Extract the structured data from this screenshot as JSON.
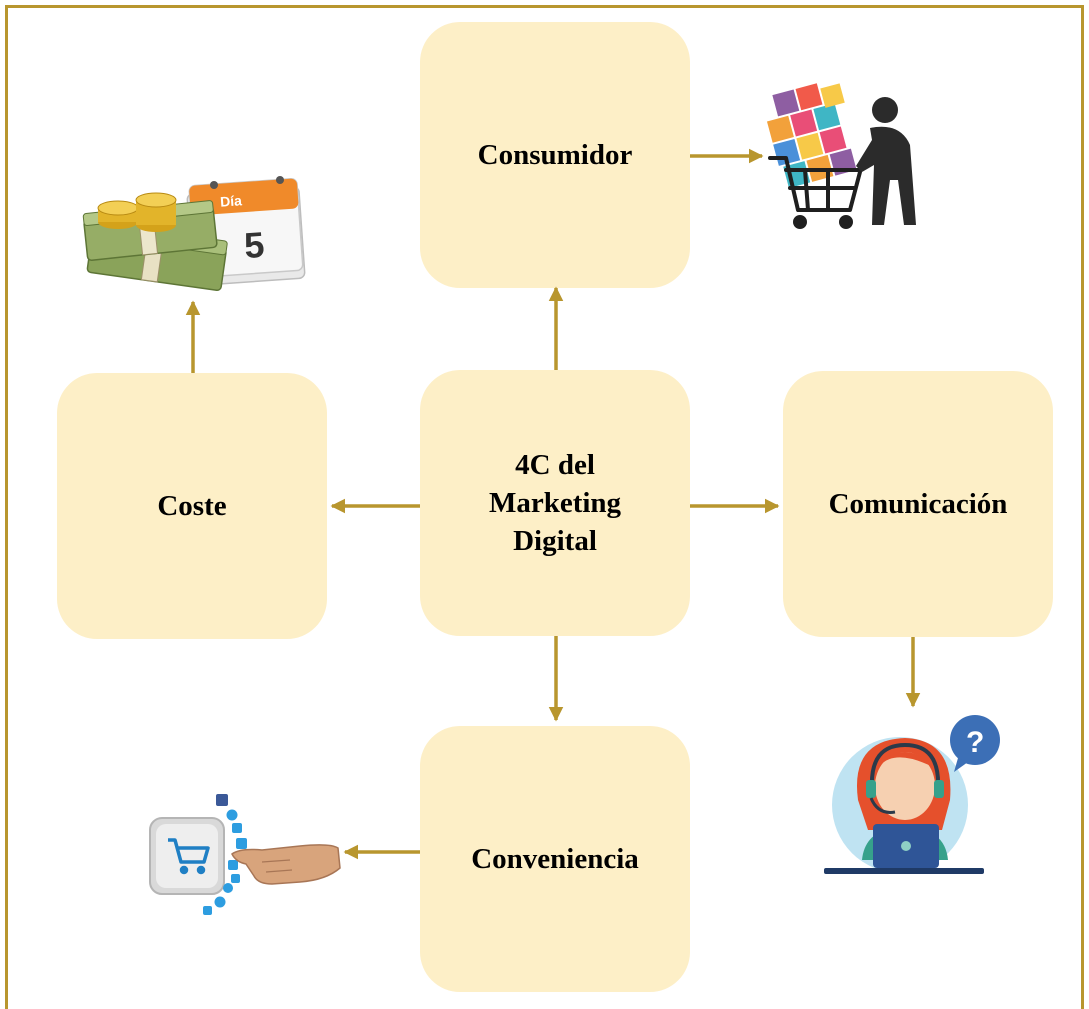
{
  "diagram": {
    "title": "",
    "center": {
      "label_lines": [
        "4C del",
        "Marketing",
        "Digital"
      ]
    },
    "nodes": {
      "consumidor": "Consumidor",
      "coste": "Coste",
      "comunicacion": "Comunicación",
      "conveniencia": "Conveniencia"
    },
    "calendar": {
      "month_label": "Día",
      "day": "5"
    }
  },
  "colors": {
    "border": "#b8962e",
    "node_fill": "#fdefc7",
    "arrow": "#b8962e"
  },
  "icons": {
    "coste": "money-calendar-icon",
    "consumidor": "shopping-cart-person-icon",
    "comunicacion": "customer-support-agent-icon",
    "conveniencia": "online-shopping-touch-icon"
  }
}
